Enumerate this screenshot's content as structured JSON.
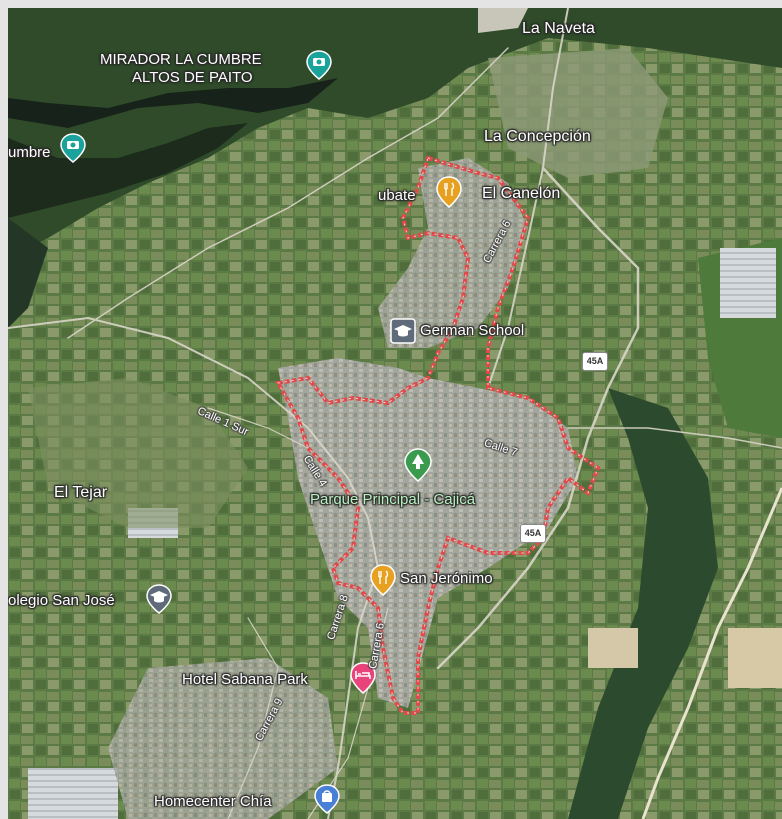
{
  "places": [
    {
      "id": "la-naveta",
      "label": "La Naveta"
    },
    {
      "id": "la-concepcion",
      "label": "La Concepción"
    },
    {
      "id": "el-canelon",
      "label": "El Canelón"
    },
    {
      "id": "el-tejar",
      "label": "El Tejar"
    }
  ],
  "pois": [
    {
      "id": "mirador",
      "label_line1": "MIRADOR LA CUMBRE",
      "label_line2": "ALTOS DE PAITO",
      "icon": "camera-icon",
      "color": "#1aa39a"
    },
    {
      "id": "cumbre",
      "label": "umbre",
      "icon": "camera-icon",
      "color": "#1aa39a"
    },
    {
      "id": "ubate",
      "label": "ubate",
      "icon": "fork-knife-icon",
      "color": "#e8a020"
    },
    {
      "id": "german-school",
      "label": "German School",
      "icon": "graduation-cap-icon",
      "color": "#5f6b7a"
    },
    {
      "id": "parque",
      "label": "Parque Principal - Cajicá",
      "icon": "tree-icon",
      "color": "#3a9b4f"
    },
    {
      "id": "san-jeronimo",
      "label": "San Jerónimo",
      "icon": "fork-knife-icon",
      "color": "#e8a020"
    },
    {
      "id": "colegio",
      "label": "olegio San José",
      "icon": "graduation-cap-icon",
      "color": "#5f6b7a"
    },
    {
      "id": "hotel",
      "label": "Hotel Sabana Park",
      "icon": "bed-icon",
      "color": "#e8437a"
    },
    {
      "id": "homecenter",
      "label": "Homecenter Chía",
      "icon": "shopping-bag-icon",
      "color": "#4a7fd6"
    }
  ],
  "roads": [
    {
      "id": "calle-1-sur",
      "label": "Calle 1 Sur"
    },
    {
      "id": "calle-7",
      "label": "Calle 7"
    },
    {
      "id": "calle-4",
      "label": "Calle 4"
    },
    {
      "id": "carrera-6",
      "label": "Carrera 6"
    },
    {
      "id": "carrera-8",
      "label": "Carrera 8"
    },
    {
      "id": "carrera-6a",
      "label": "Carrera 6"
    },
    {
      "id": "carrera-9",
      "label": "Carrera 9"
    }
  ],
  "route_badges": [
    {
      "id": "45a-east",
      "label": "45A"
    },
    {
      "id": "45a-south",
      "label": "45A"
    }
  ],
  "colors": {
    "boundary": "#e04a4a",
    "urban": "#9a9f94",
    "vegetation": "#3f6b35",
    "dark_forest": "#1c2b1c"
  }
}
